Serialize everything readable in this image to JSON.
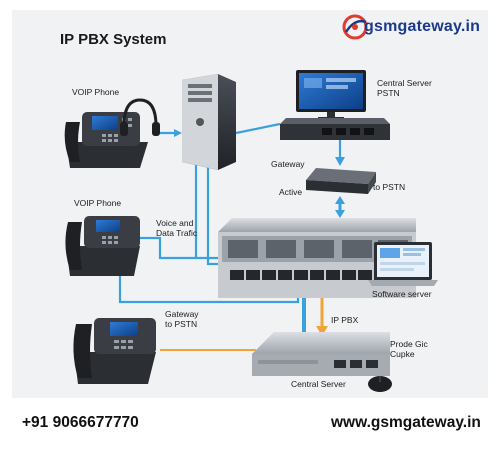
{
  "diagram": {
    "title": "IP PBX System",
    "brand": {
      "logo_text": "gsmgateway.in",
      "phone": "+91 9066677770",
      "website": "www.gsmgateway.in"
    },
    "labels": {
      "voip_phone_top": "VOIP Phone",
      "voip_phone_mid": "VOIP Phone",
      "voice_data_line1": "Voice and",
      "voice_data_line2": "Data Trafic",
      "central_server_pstn_line1": "Central Server",
      "central_server_pstn_line2": "PSTN",
      "gateway": "Gateway",
      "active": "Active",
      "to_pstn": "to PSTN",
      "software_server": "Software server",
      "gateway_to_pstn_line1": "Gateway",
      "gateway_to_pstn_line2": "to PSTN",
      "ip_pbx": "IP PBX",
      "prode_line1": "Prode Gic",
      "prode_line2": "Cupke",
      "central_server": "Central Server"
    },
    "colors": {
      "link_blue": "#3aa0e0",
      "link_orange": "#f0a43a",
      "brand_red": "#e23a2c",
      "brand_blue": "#1b3a8a"
    },
    "icons": [
      "voip-phone-icon",
      "headset-icon",
      "tower-server-icon",
      "monitor-icon",
      "router-icon",
      "gateway-device-icon",
      "network-switch-icon",
      "laptop-icon",
      "central-server-icon",
      "mouse-icon",
      "logo-globe-icon"
    ]
  }
}
